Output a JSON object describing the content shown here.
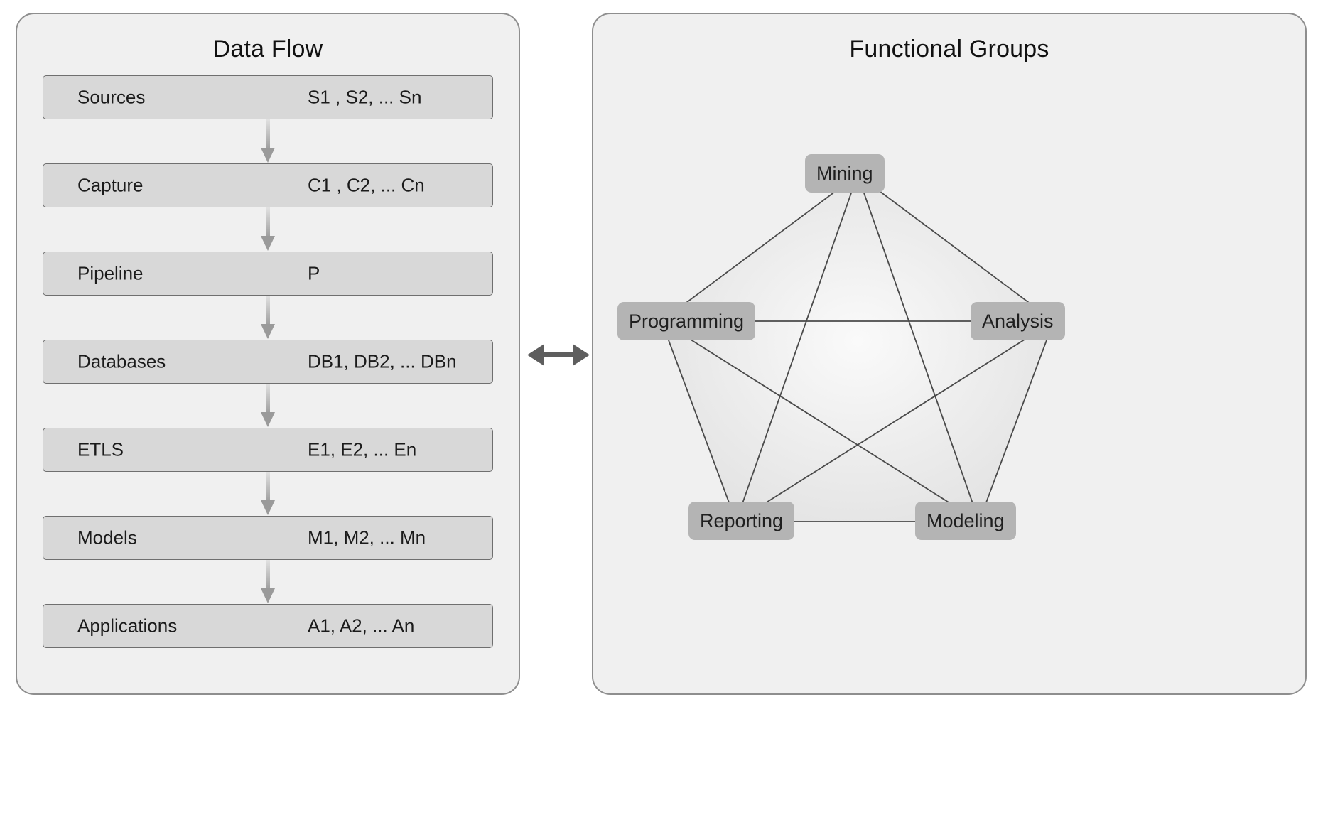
{
  "left_panel": {
    "title": "Data Flow",
    "rows": [
      {
        "label": "Sources",
        "value": "S1 , S2, ... Sn"
      },
      {
        "label": "Capture",
        "value": "C1 , C2, ... Cn"
      },
      {
        "label": "Pipeline",
        "value": "P"
      },
      {
        "label": "Databases",
        "value": "DB1,  DB2,  ... DBn"
      },
      {
        "label": "ETLS",
        "value": "E1,  E2,  ... En"
      },
      {
        "label": "Models",
        "value": "M1,  M2,  ... Mn"
      },
      {
        "label": "Applications",
        "value": "A1,  A2,  ... An"
      }
    ]
  },
  "right_panel": {
    "title": "Functional Groups",
    "nodes": [
      {
        "id": "mining",
        "label": "Mining"
      },
      {
        "id": "programming",
        "label": "Programming"
      },
      {
        "id": "analysis",
        "label": "Analysis"
      },
      {
        "id": "reporting",
        "label": "Reporting"
      },
      {
        "id": "modeling",
        "label": "Modeling"
      }
    ]
  },
  "connector": {
    "icon": "double-headed-arrow"
  },
  "colors": {
    "panel_background": "#f0f0f0",
    "panel_border": "#8e8e8e",
    "row_fill": "#d8d8d8",
    "row_border": "#6f6f6f",
    "node_fill": "#b4b4b4",
    "edge_line": "#4a4a4a",
    "arrow": "#9a9a9a",
    "connector_arrow": "#5e5e5e",
    "text": "#1b1b1b",
    "page_background": "#ffffff"
  }
}
